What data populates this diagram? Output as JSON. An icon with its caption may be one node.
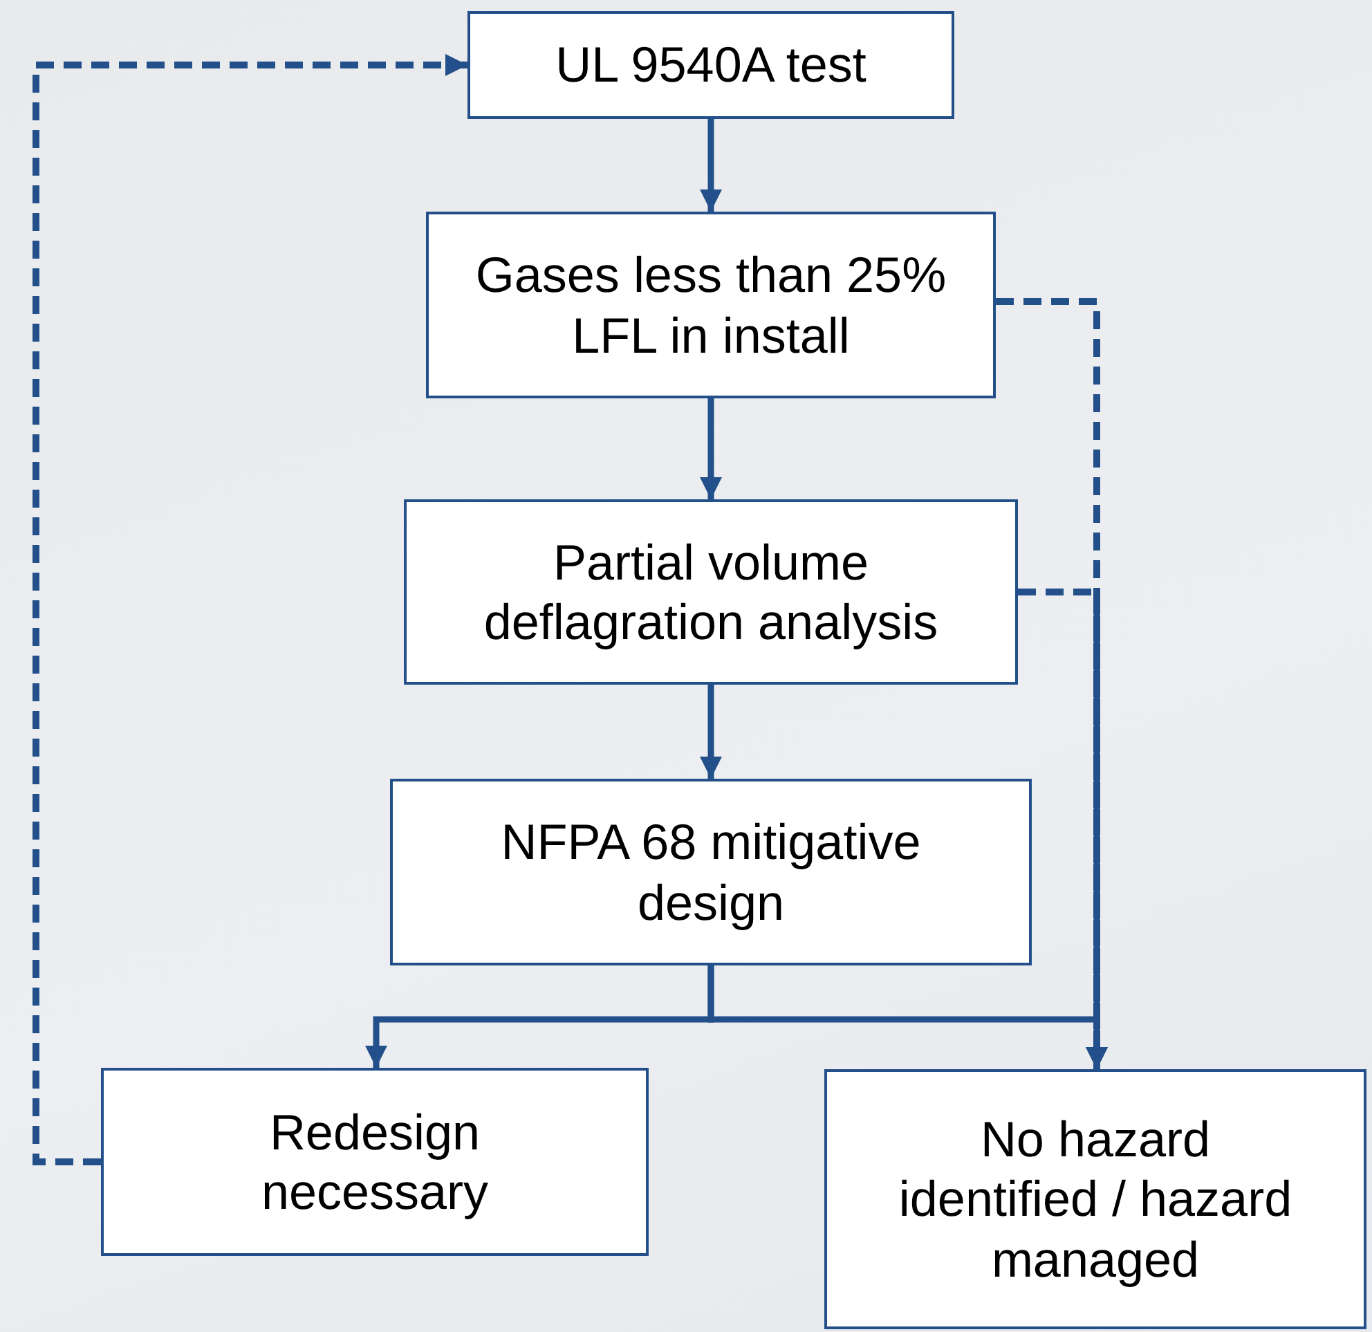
{
  "diagram": {
    "nodes": [
      {
        "text": [
          "UL 9540A test"
        ]
      },
      {
        "text": [
          "Gases less than 25% LFL in install"
        ]
      },
      {
        "text": [
          "Partial volume deflagration analysis"
        ]
      },
      {
        "text": [
          "NFPA 68 mitigative design"
        ]
      },
      {
        "text": [
          "Redesign necessary"
        ]
      },
      {
        "text": [
          "No hazard identified / hazard managed"
        ]
      }
    ],
    "edges": [
      {
        "from": 0,
        "to": 1,
        "arrow": "to"
      },
      {
        "from": 1,
        "to": 5,
        "arrow": "to",
        "style": "dashed"
      },
      {
        "from": 2,
        "to": 5,
        "arrow": "to",
        "style": "dashed"
      },
      {
        "from": 1,
        "to": 2,
        "arrow": "to"
      },
      {
        "from": 2,
        "to": 3,
        "arrow": "to"
      },
      {
        "from": 3,
        "to": 4,
        "arrow": "to"
      },
      {
        "from": 3,
        "to": 5,
        "arrow": "to"
      },
      {
        "from": 4,
        "to": 0,
        "arrow": "to",
        "style": "dashed"
      }
    ]
  }
}
